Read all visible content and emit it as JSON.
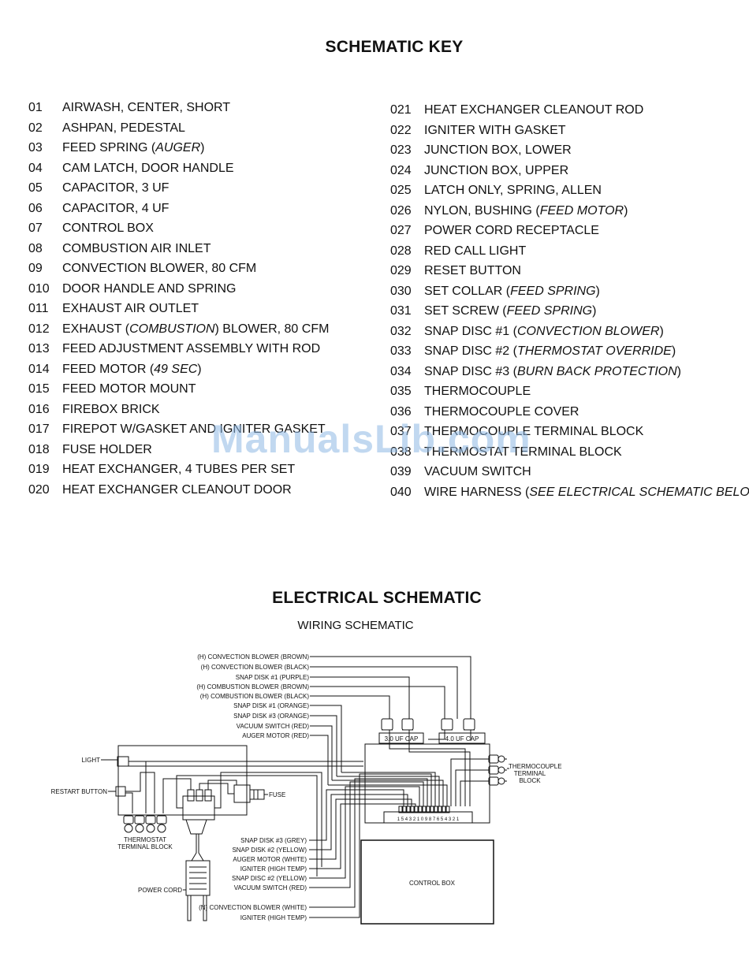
{
  "schematic_key": {
    "title": "SCHEMATIC KEY",
    "left": [
      {
        "num": "01",
        "parts": [
          "AIRWASH, CENTER, SHORT"
        ]
      },
      {
        "num": "02",
        "parts": [
          "ASHPAN, PEDESTAL"
        ]
      },
      {
        "num": "03",
        "parts": [
          "FEED SPRING (",
          "AUGER",
          ")"
        ]
      },
      {
        "num": "04",
        "parts": [
          "CAM LATCH, DOOR HANDLE"
        ]
      },
      {
        "num": "05",
        "parts": [
          "CAPACITOR, 3 UF"
        ]
      },
      {
        "num": "06",
        "parts": [
          "CAPACITOR, 4 UF"
        ]
      },
      {
        "num": "07",
        "parts": [
          "CONTROL BOX"
        ]
      },
      {
        "num": "08",
        "parts": [
          "COMBUSTION AIR INLET"
        ]
      },
      {
        "num": "09",
        "parts": [
          "CONVECTION BLOWER, 80 CFM"
        ]
      },
      {
        "num": "010",
        "parts": [
          "DOOR HANDLE AND SPRING"
        ]
      },
      {
        "num": "011",
        "parts": [
          "EXHAUST AIR OUTLET"
        ]
      },
      {
        "num": "012",
        "parts": [
          "EXHAUST (",
          "COMBUSTION",
          ") BLOWER, 80 CFM"
        ]
      },
      {
        "num": "013",
        "parts": [
          "FEED ADJUSTMENT ASSEMBLY WITH ROD"
        ]
      },
      {
        "num": "014",
        "parts": [
          "FEED MOTOR (",
          "49 SEC",
          ")"
        ]
      },
      {
        "num": "015",
        "parts": [
          "FEED MOTOR MOUNT"
        ]
      },
      {
        "num": "016",
        "parts": [
          "FIREBOX BRICK"
        ]
      },
      {
        "num": "017",
        "parts": [
          "FIREPOT W/GASKET AND IGNITER GASKET"
        ]
      },
      {
        "num": "018",
        "parts": [
          "FUSE HOLDER"
        ]
      },
      {
        "num": "019",
        "parts": [
          "HEAT EXCHANGER, 4 TUBES PER SET"
        ]
      },
      {
        "num": "020",
        "parts": [
          "HEAT EXCHANGER CLEANOUT DOOR"
        ]
      }
    ],
    "right": [
      {
        "num": "021",
        "parts": [
          "HEAT EXCHANGER CLEANOUT ROD"
        ]
      },
      {
        "num": "022",
        "parts": [
          "IGNITER WITH GASKET"
        ]
      },
      {
        "num": "023",
        "parts": [
          "JUNCTION BOX, LOWER"
        ]
      },
      {
        "num": "024",
        "parts": [
          "JUNCTION BOX, UPPER"
        ]
      },
      {
        "num": "025",
        "parts": [
          "LATCH ONLY, SPRING, ALLEN"
        ]
      },
      {
        "num": "026",
        "parts": [
          "NYLON, BUSHING (",
          "FEED MOTOR",
          ")"
        ]
      },
      {
        "num": "027",
        "parts": [
          "POWER CORD RECEPTACLE"
        ]
      },
      {
        "num": "028",
        "parts": [
          "RED CALL LIGHT"
        ]
      },
      {
        "num": "029",
        "parts": [
          "RESET BUTTON"
        ]
      },
      {
        "num": "030",
        "parts": [
          "SET COLLAR (",
          "FEED SPRING",
          ")"
        ]
      },
      {
        "num": "031",
        "parts": [
          "SET SCREW (",
          "FEED SPRING",
          ")"
        ]
      },
      {
        "num": "032",
        "parts": [
          "SNAP DISC #1 (",
          "CONVECTION BLOWER",
          ")"
        ]
      },
      {
        "num": "033",
        "parts": [
          "SNAP DISC #2 (",
          "THERMOSTAT OVERRIDE",
          ")"
        ]
      },
      {
        "num": "034",
        "parts": [
          "SNAP DISC #3 (",
          "BURN BACK PROTECTION",
          ")"
        ]
      },
      {
        "num": "035",
        "parts": [
          "THERMOCOUPLE"
        ]
      },
      {
        "num": "036",
        "parts": [
          "THERMOCOUPLE COVER"
        ]
      },
      {
        "num": "037",
        "parts": [
          "THERMOCOUPLE TERMINAL BLOCK"
        ]
      },
      {
        "num": "038",
        "parts": [
          "THERMOSTAT TERMINAL BLOCK"
        ]
      },
      {
        "num": "039",
        "parts": [
          "VACUUM SWITCH"
        ]
      },
      {
        "num": "040",
        "parts": [
          "WIRE HARNESS (",
          "SEE ELECTRICAL SCHEMATIC BELOW",
          ")"
        ]
      }
    ]
  },
  "watermark": "ManualsLib.com",
  "electrical": {
    "title": "ELECTRICAL SCHEMATIC",
    "subtitle": "WIRING SCHEMATIC",
    "top_labels": [
      "(H) CONVECTION BLOWER (BROWN)",
      "(H) CONVECTION BLOWER (BLACK)",
      "SNAP DISK #1 (PURPLE)",
      "(H) COMBUSTION BLOWER (BROWN)",
      "(H) COMBUSTION BLOWER (BLACK)",
      "SNAP DISK #1 (ORANGE)",
      "SNAP DISK #3 (ORANGE)",
      "VACUUM SWITCH (RED)",
      "AUGER MOTOR (RED)"
    ],
    "bottom_labels": [
      "SNAP DISK #3 (GREY)",
      "SNAP DISK #2 (YELLOW)",
      "AUGER MOTOR (WHITE)",
      "IGNITER (HIGH TEMP)",
      "SNAP DISC #2 (YELLOW)",
      "VACUUM SWITCH (RED)",
      "(N) CONVECTION BLOWER (WHITE)",
      "IGNITER (HIGH TEMP)"
    ],
    "cap_left": "3.0 UF CAP",
    "cap_right": "4.0 UF CAP",
    "light": "LIGHT",
    "restart_button": "RESTART BUTTON",
    "fuse": "FUSE",
    "thermostat_block": [
      "THERMOSTAT",
      "TERMINAL BLOCK"
    ],
    "thermocouple_block": [
      "THERMOCOUPLE",
      "TERMINAL",
      "BLOCK"
    ],
    "power_cord": "POWER CORD",
    "control_box": "CONTROL BOX",
    "terminal_numbers": "1 5 4 3 2 1 0 9 8 7 6 5 4 3 2 1"
  }
}
